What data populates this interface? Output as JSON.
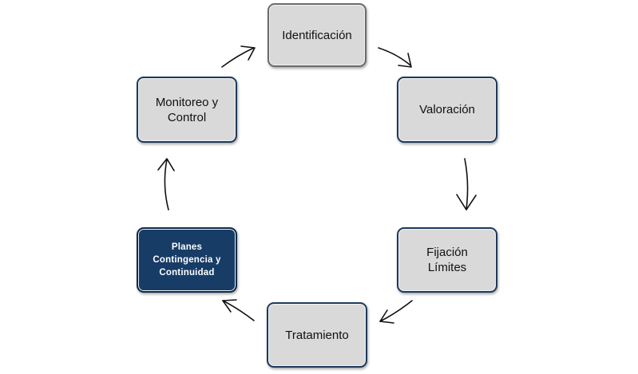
{
  "diagram": {
    "type": "cycle",
    "nodes": [
      {
        "id": "identificacion",
        "label": "Identificación",
        "highlighted": false
      },
      {
        "id": "valoracion",
        "label": "Valoración",
        "highlighted": false
      },
      {
        "id": "fijacion",
        "label": "Fijación\nLímites",
        "highlighted": false
      },
      {
        "id": "tratamiento",
        "label": "Tratamiento",
        "highlighted": false
      },
      {
        "id": "planes",
        "label": "Planes\nContingencia y\nContinuidad",
        "highlighted": true
      },
      {
        "id": "monitoreo",
        "label": "Monitoreo y\nControl",
        "highlighted": false
      }
    ],
    "edges": [
      {
        "from": "identificacion",
        "to": "valoracion"
      },
      {
        "from": "valoracion",
        "to": "fijacion"
      },
      {
        "from": "fijacion",
        "to": "tratamiento"
      },
      {
        "from": "tratamiento",
        "to": "planes"
      },
      {
        "from": "planes",
        "to": "monitoreo"
      },
      {
        "from": "monitoreo",
        "to": "identificacion"
      }
    ]
  },
  "colors": {
    "node_fill": "#d9d9d9",
    "node_border": "#1e3a5c",
    "highlight_fill": "#173c66",
    "highlight_text": "#ffffff",
    "arrow": "#111111"
  }
}
